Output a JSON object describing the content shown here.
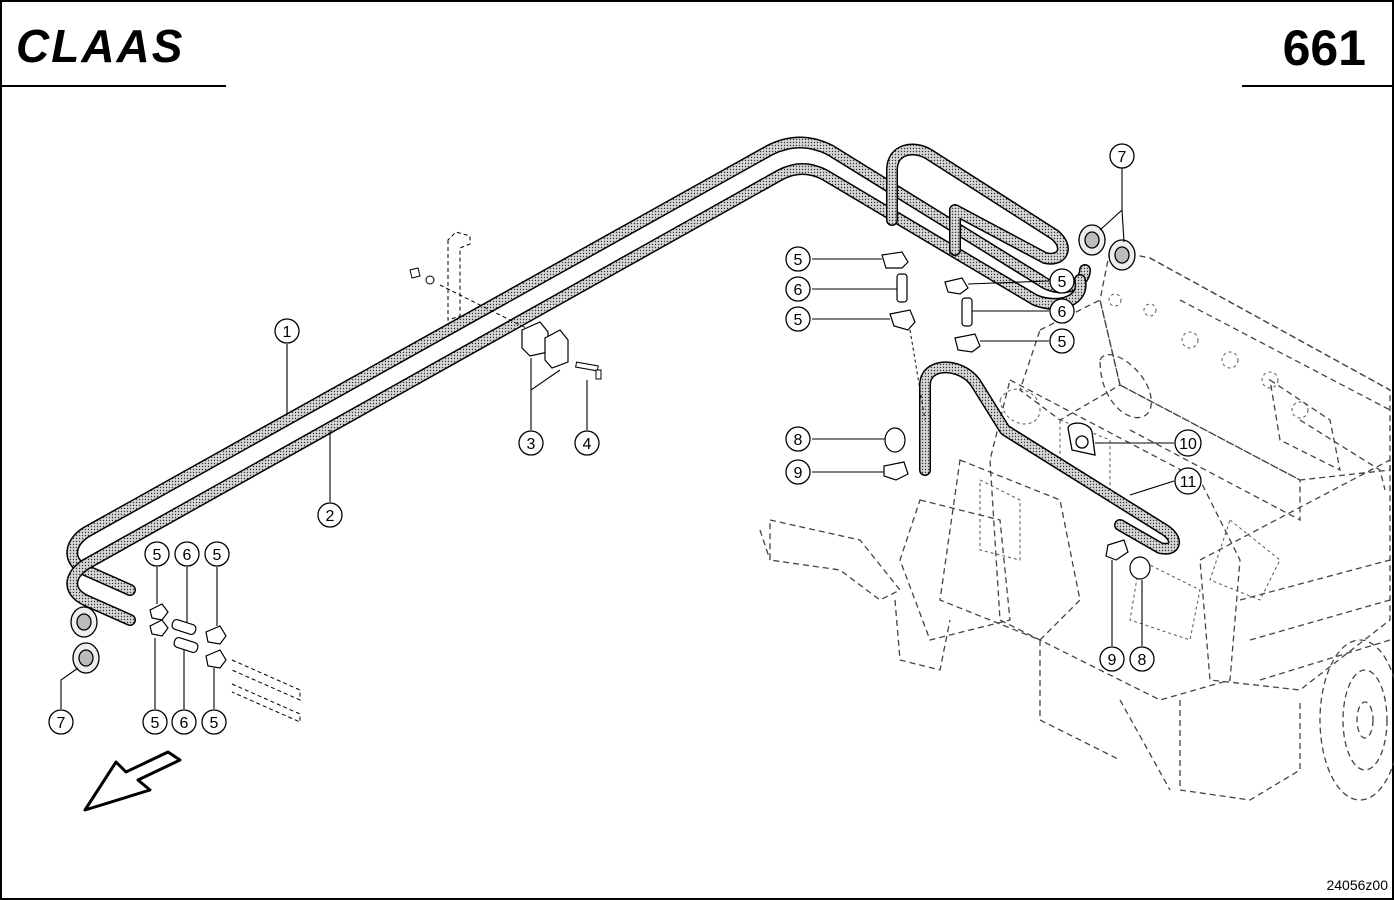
{
  "header": {
    "brand": "CLAAS",
    "page_number": "661"
  },
  "footer": {
    "drawing_code": "24056z00"
  },
  "callouts": [
    {
      "id": "c1",
      "label": "1"
    },
    {
      "id": "c2",
      "label": "2"
    },
    {
      "id": "c3",
      "label": "3"
    },
    {
      "id": "c4",
      "label": "4"
    },
    {
      "id": "c5a",
      "label": "5"
    },
    {
      "id": "c5b",
      "label": "5"
    },
    {
      "id": "c5c",
      "label": "5"
    },
    {
      "id": "c5d",
      "label": "5"
    },
    {
      "id": "c5e",
      "label": "5"
    },
    {
      "id": "c5f",
      "label": "5"
    },
    {
      "id": "c5g",
      "label": "5"
    },
    {
      "id": "c5h",
      "label": "5"
    },
    {
      "id": "c6a",
      "label": "6"
    },
    {
      "id": "c6b",
      "label": "6"
    },
    {
      "id": "c6c",
      "label": "6"
    },
    {
      "id": "c6d",
      "label": "6"
    },
    {
      "id": "c7a",
      "label": "7"
    },
    {
      "id": "c7b",
      "label": "7"
    },
    {
      "id": "c8a",
      "label": "8"
    },
    {
      "id": "c8b",
      "label": "8"
    },
    {
      "id": "c9a",
      "label": "9"
    },
    {
      "id": "c9b",
      "label": "9"
    },
    {
      "id": "c10",
      "label": "10"
    },
    {
      "id": "c11",
      "label": "11"
    }
  ]
}
